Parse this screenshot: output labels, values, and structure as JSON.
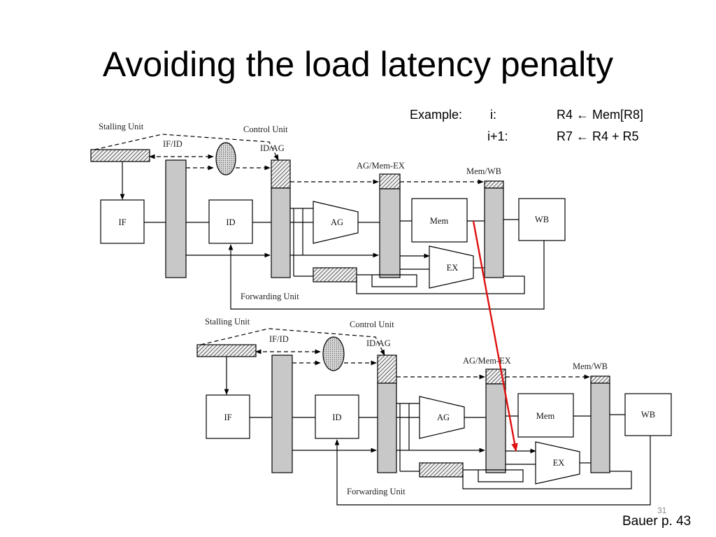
{
  "slide": {
    "title": "Avoiding the load latency penalty",
    "page_number": "31",
    "credit": "Bauer p. 43"
  },
  "example": {
    "label": "Example:",
    "rows": [
      {
        "idx": "i:",
        "instr": "R4 ← Mem[R8]"
      },
      {
        "idx": "i+1:",
        "instr": "R7 ← R4 + R5"
      }
    ]
  },
  "diagram": {
    "labels": {
      "stalling_unit": "Stalling Unit",
      "control_unit": "Control Unit",
      "if_id": "IF/ID",
      "id_ag": "ID/AG",
      "ag_mem_ex": "AG/Mem-EX",
      "mem_wb": "Mem/WB",
      "forwarding_unit": "Forwarding Unit"
    },
    "blocks": {
      "if": "IF",
      "id": "ID",
      "ag": "AG",
      "mem": "Mem",
      "ex": "EX",
      "wb": "WB"
    },
    "colors": {
      "latch_fill": "#c8c8c8",
      "arrow_highlight": "#e01010"
    }
  }
}
